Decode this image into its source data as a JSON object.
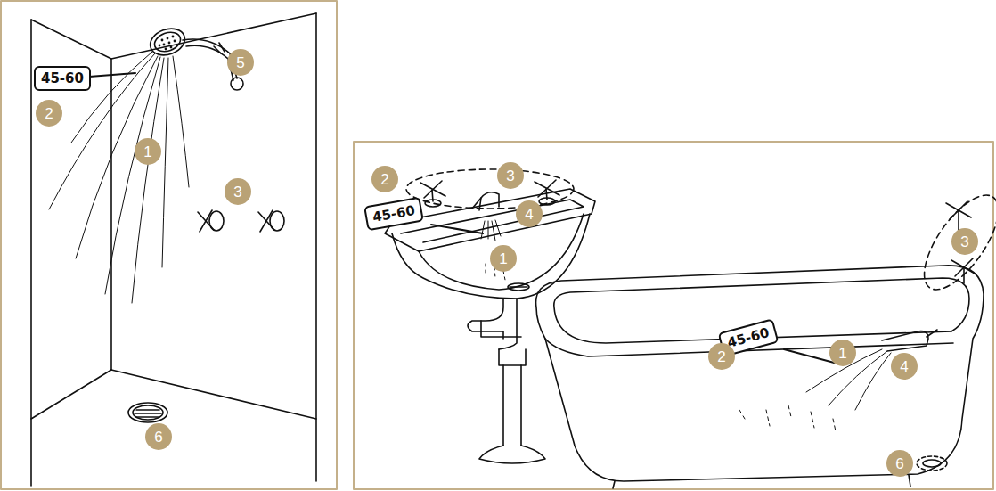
{
  "diagram": {
    "nodes": [
      {
        "text": [
          "5"
        ]
      },
      {
        "text": [
          "45-60"
        ]
      },
      {
        "text": [
          "2"
        ]
      },
      {
        "text": [
          "1"
        ]
      },
      {
        "text": [
          "3"
        ]
      },
      {
        "text": [
          "6"
        ]
      },
      {
        "text": [
          "3"
        ]
      },
      {
        "text": [
          "2"
        ]
      },
      {
        "text": [
          "45-60"
        ]
      },
      {
        "text": [
          "4"
        ]
      },
      {
        "text": [
          "1"
        ]
      },
      {
        "text": [
          "3"
        ]
      },
      {
        "text": [
          "45-60"
        ]
      },
      {
        "text": [
          "2"
        ]
      },
      {
        "text": [
          "1"
        ]
      },
      {
        "text": [
          "4"
        ]
      },
      {
        "text": [
          "6"
        ]
      }
    ]
  }
}
